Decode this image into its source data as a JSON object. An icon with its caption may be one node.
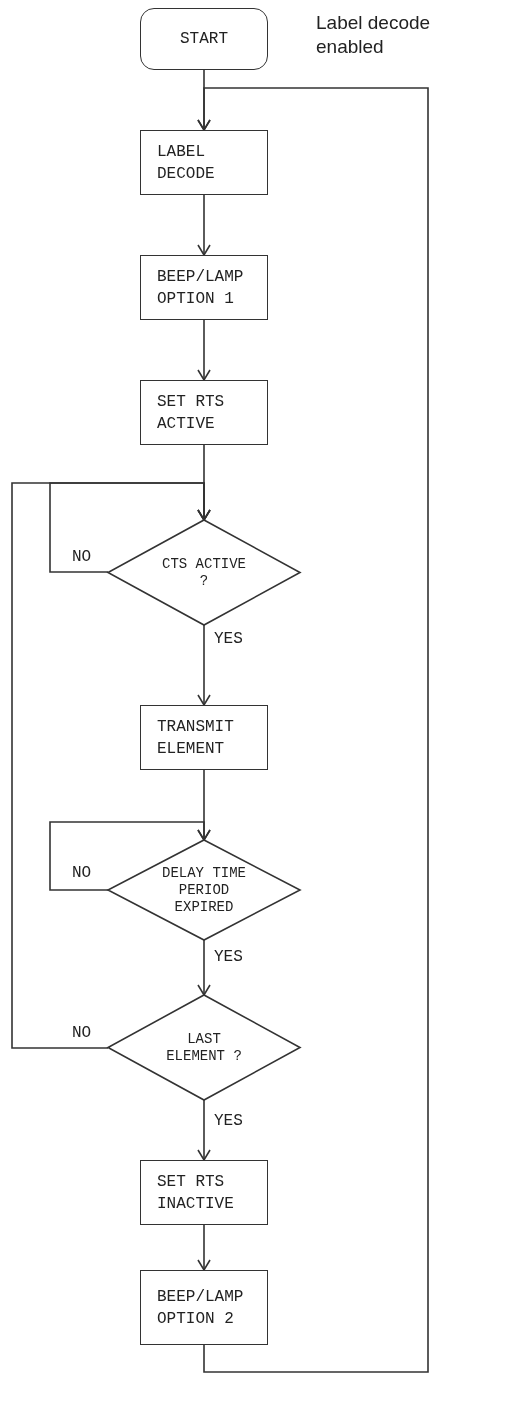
{
  "diagram": {
    "nodes": [
      {
        "text": [
          "START"
        ],
        "beside": [
          "Label decode enabled"
        ]
      },
      {
        "text": [
          "LABEL DECODE"
        ]
      },
      {
        "text": [
          "BEEP/LAMP OPTION 1"
        ]
      },
      {
        "text": [
          "SET RTS ACTIVE"
        ]
      },
      {
        "text": [
          "CTS ACTIVE ?"
        ]
      },
      {
        "text": [
          "TRANSMIT ELEMENT"
        ]
      },
      {
        "text": [
          "DELAY TIME PERIOD EXPIRED"
        ]
      },
      {
        "text": [
          "LAST ELEMENT ?"
        ]
      },
      {
        "text": [
          "SET RTS INACTIVE"
        ]
      },
      {
        "text": [
          "BEEP/LAMP OPTION 2"
        ]
      }
    ],
    "edges": [
      {
        "from": 0,
        "to": 1,
        "arrow": "to"
      },
      {
        "from": 1,
        "to": 2,
        "arrow": "to"
      },
      {
        "from": 2,
        "to": 3,
        "arrow": "to"
      },
      {
        "from": 3,
        "to": 4,
        "arrow": "to"
      },
      {
        "from": 4,
        "to": 4,
        "arrow": "to",
        "label": "NO"
      },
      {
        "from": 4,
        "to": 5,
        "arrow": "to",
        "label": "YES"
      },
      {
        "from": 5,
        "to": 6,
        "arrow": "to"
      },
      {
        "from": 6,
        "to": 6,
        "arrow": "to",
        "label": "NO"
      },
      {
        "from": 6,
        "to": 7,
        "arrow": "to",
        "label": "YES"
      },
      {
        "from": 7,
        "to": 4,
        "arrow": "to",
        "label": "NO"
      },
      {
        "from": 7,
        "to": 8,
        "arrow": "to",
        "label": "YES"
      },
      {
        "from": 8,
        "to": 9,
        "arrow": "to"
      },
      {
        "from": 9,
        "to": 1,
        "arrow": "to"
      }
    ]
  }
}
